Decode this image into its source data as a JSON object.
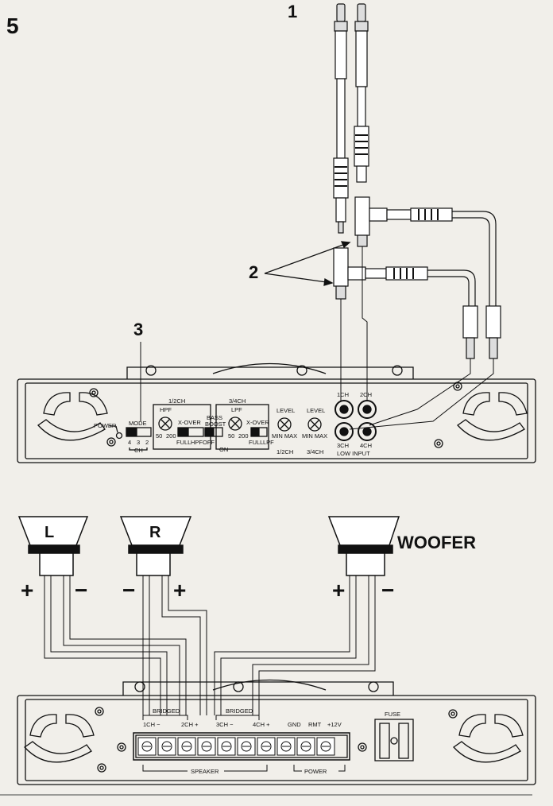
{
  "figure_number": "5",
  "callouts": {
    "c1": "1",
    "c2": "2",
    "c3": "3"
  },
  "top_amp": {
    "power": "POWER",
    "mode": "MODE",
    "mode_positions": [
      "4",
      "3",
      "2"
    ],
    "mode_unit": "CH",
    "ch12": "1/2CH",
    "hpf": "HPF",
    "hpf_scale": [
      "50",
      "200"
    ],
    "xover": "X-OVER",
    "full": "FULL",
    "hpf_opt": "HPF",
    "ch34": "3/4CH",
    "bass": "BASS",
    "boost": "BOOST",
    "off": "OFF",
    "on": "ON",
    "lpf": "LPF",
    "lpf_scale": [
      "50",
      "200"
    ],
    "xover2": "X-OVER",
    "full2": "FULL",
    "lpf_opt": "LPF",
    "level": "LEVEL",
    "level_scale": "MIN MAX",
    "level_ch12": "1/2CH",
    "level_ch34": "3/4CH",
    "input_labels": [
      "1CH",
      "2CH",
      "3CH",
      "4CH"
    ],
    "low_input": "LOW INPUT"
  },
  "speakers": {
    "left": "L",
    "right": "R",
    "woofer": "WOOFER",
    "plus": "+",
    "minus": "−"
  },
  "bottom_amp": {
    "bridged": "BRIDGED",
    "terminals": [
      "1CH −",
      "2CH +",
      "3CH −",
      "4CH +"
    ],
    "gnd": "GND",
    "rmt": "RMT",
    "v12": "+12V",
    "fuse": "FUSE",
    "speaker": "SPEAKER",
    "power": "POWER"
  }
}
